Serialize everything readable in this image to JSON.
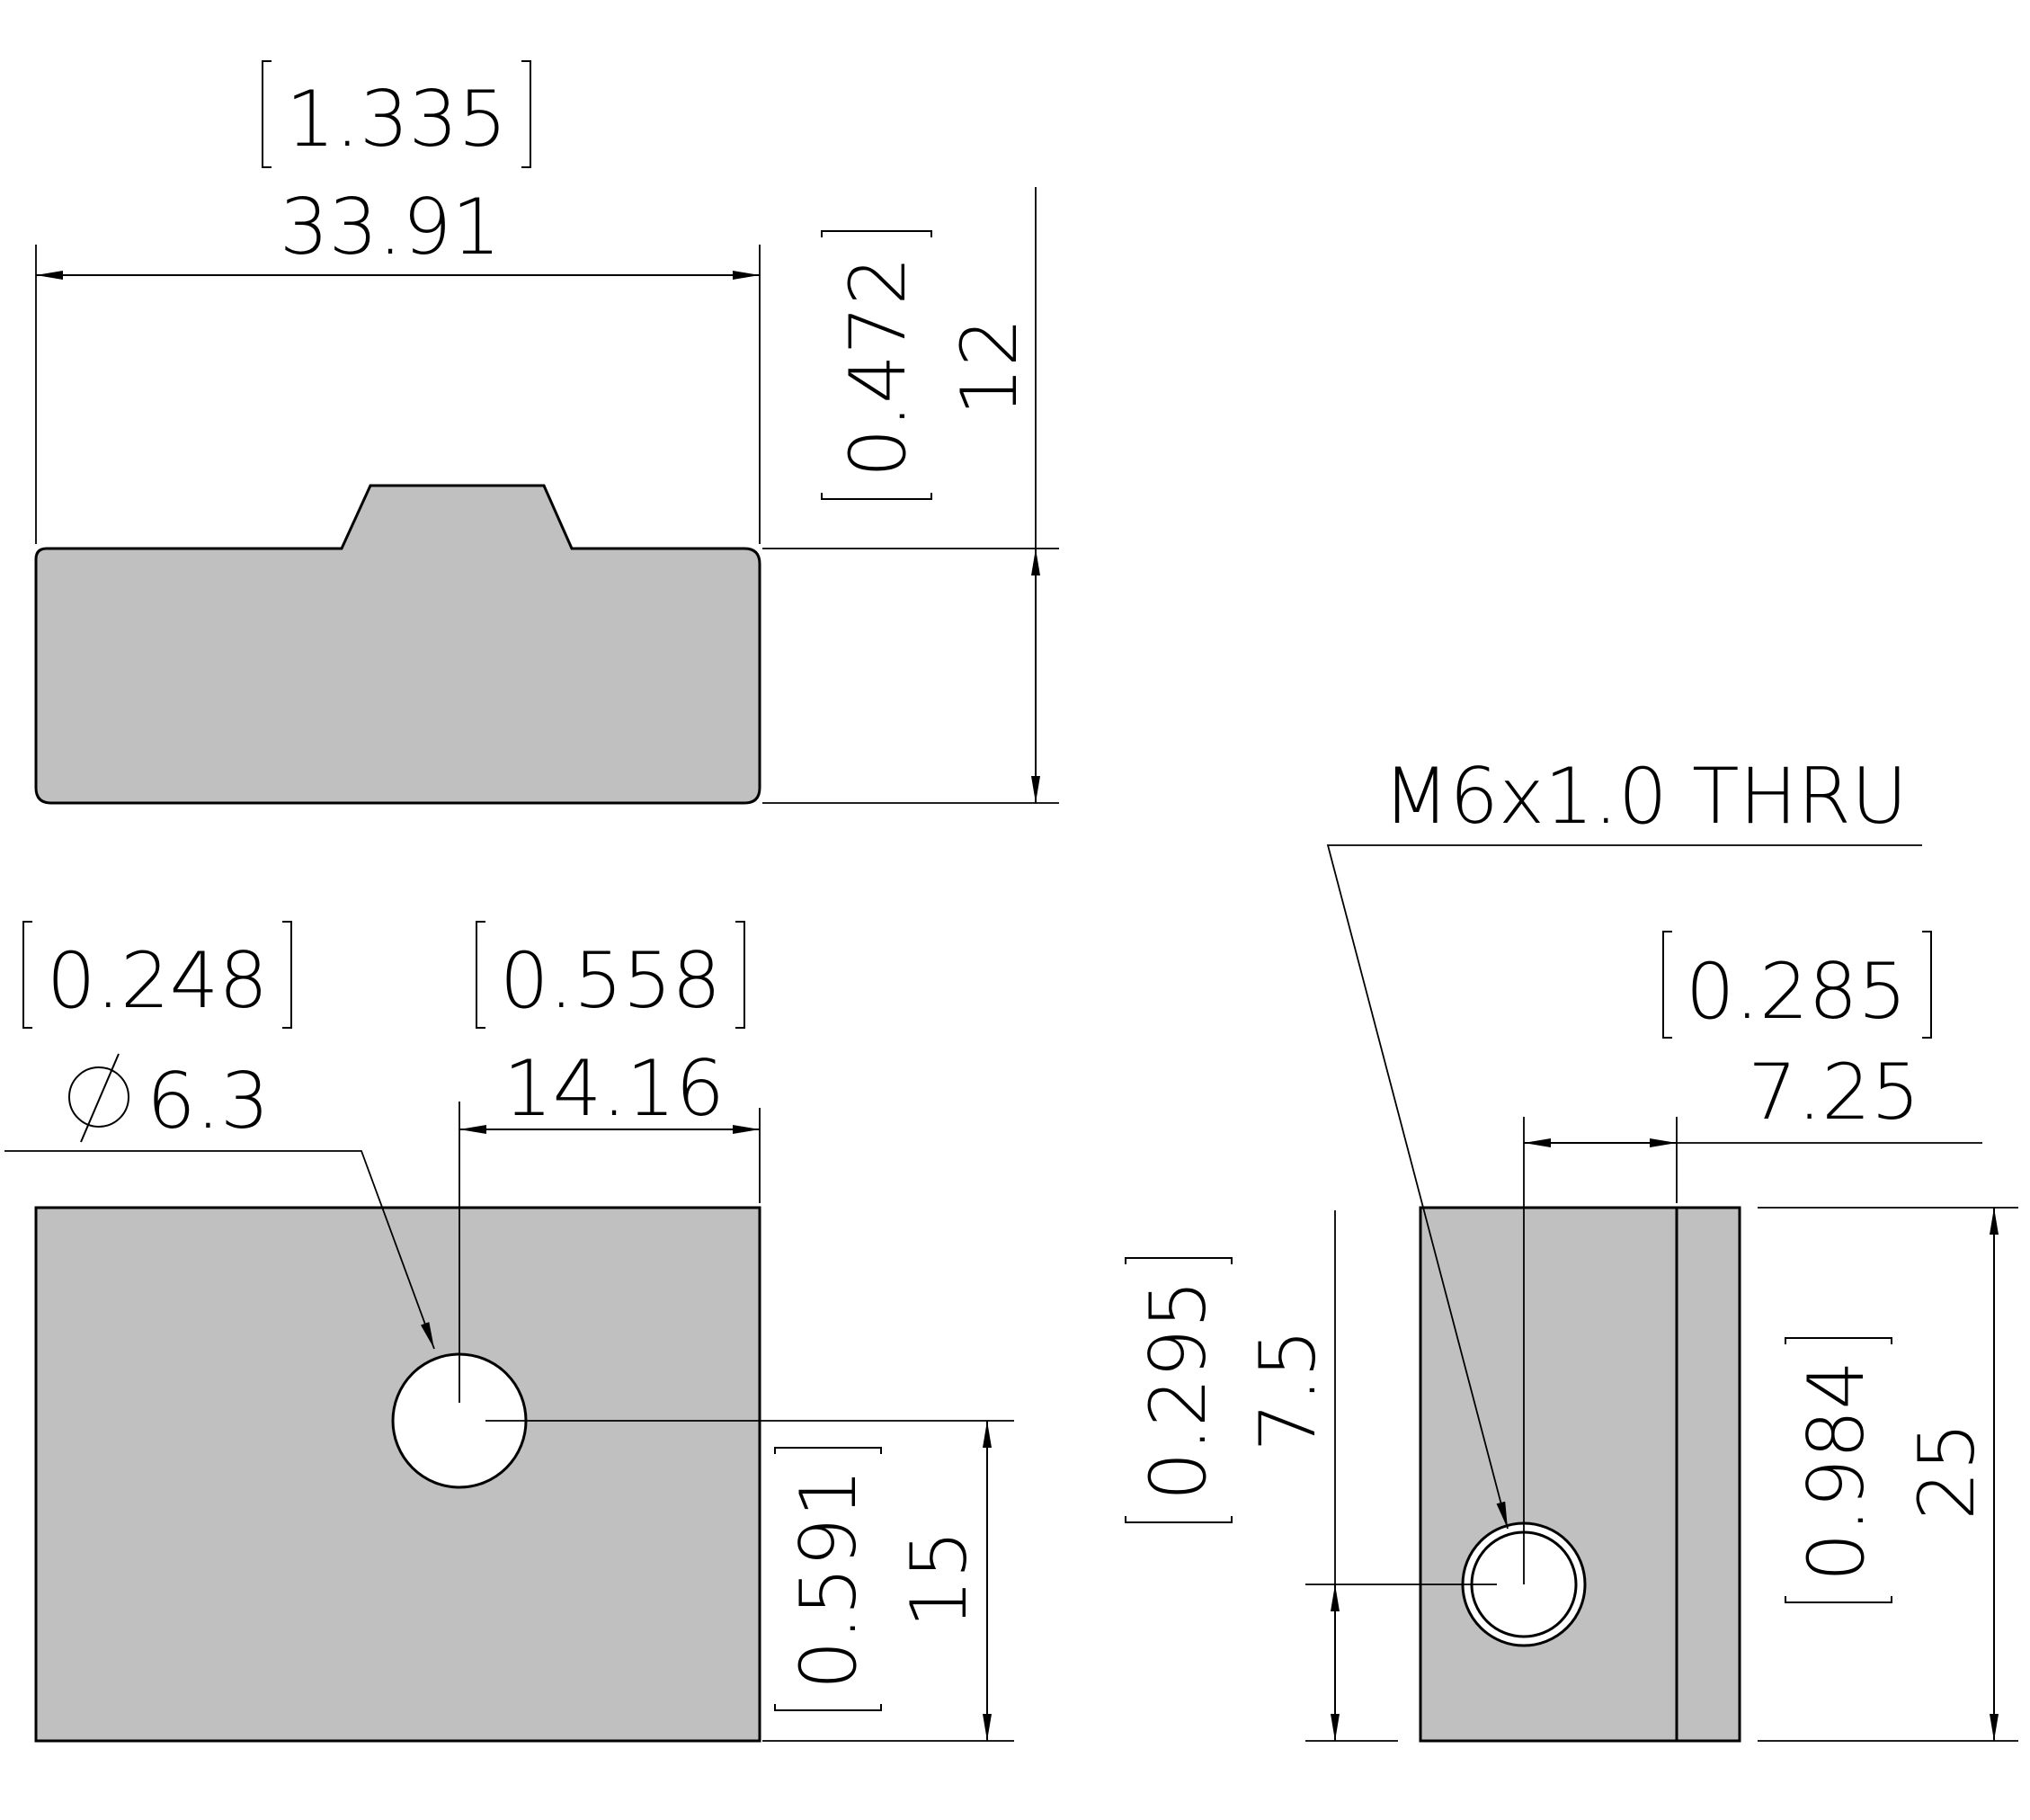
{
  "dimensions": {
    "overall_length": {
      "inch": "1.335",
      "mm": "33.91"
    },
    "height": {
      "inch": "0.472",
      "mm": "12"
    },
    "hole_diameter": {
      "inch": "0.248",
      "mm": "6.3",
      "prefix": "⌀"
    },
    "hole_x_offset": {
      "inch": "0.558",
      "mm": "14.16"
    },
    "hole_y_offset": {
      "inch": "0.591",
      "mm": "15"
    },
    "thread_callout": "M6x1.0 THRU",
    "side_offset": {
      "inch": "0.285",
      "mm": "7.25"
    },
    "side_hole_height": {
      "inch": "0.295",
      "mm": "7.5"
    },
    "side_width": {
      "inch": "0.984",
      "mm": "25"
    }
  }
}
